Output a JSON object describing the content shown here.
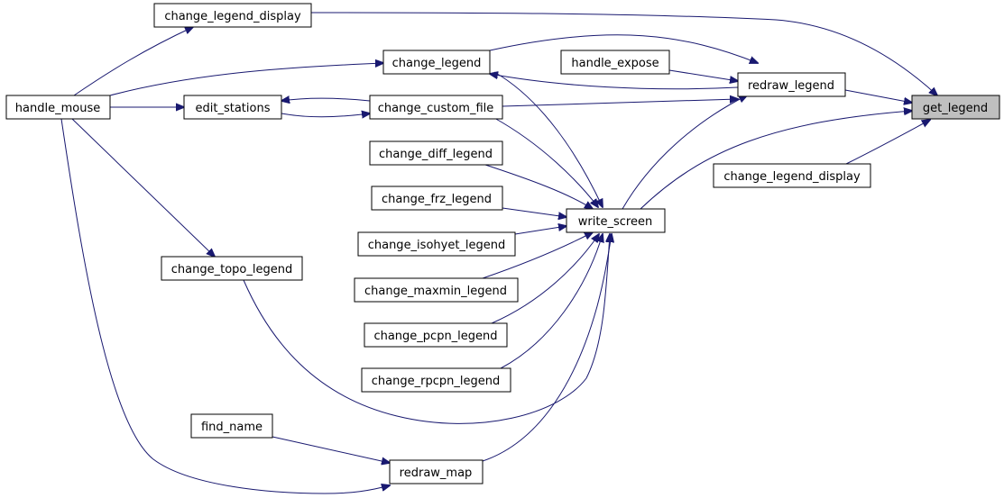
{
  "diagram": {
    "type": "call-graph",
    "colors": {
      "edge": "#191970",
      "node_border": "#000000",
      "node_fill": "#ffffff",
      "highlight_fill": "#bfbfbf"
    },
    "nodes": {
      "change_legend_display_top": "change_legend_display",
      "change_legend": "change_legend",
      "handle_expose": "handle_expose",
      "redraw_legend": "redraw_legend",
      "get_legend": "get_legend",
      "handle_mouse": "handle_mouse",
      "edit_stations": "edit_stations",
      "change_custom_file": "change_custom_file",
      "change_legend_display_right": "change_legend_display",
      "change_diff_legend": "change_diff_legend",
      "change_frz_legend": "change_frz_legend",
      "write_screen": "write_screen",
      "change_isohyet_legend": "change_isohyet_legend",
      "change_topo_legend": "change_topo_legend",
      "change_maxmin_legend": "change_maxmin_legend",
      "change_pcpn_legend": "change_pcpn_legend",
      "change_rpcpn_legend": "change_rpcpn_legend",
      "find_name": "find_name",
      "redraw_map": "redraw_map"
    },
    "highlighted": "get_legend",
    "edges": [
      {
        "from": "handle_mouse",
        "to": "change_legend_display_top"
      },
      {
        "from": "change_legend_display_top",
        "to": "get_legend"
      },
      {
        "from": "handle_mouse",
        "to": "change_legend"
      },
      {
        "from": "change_legend",
        "to": "redraw_legend"
      },
      {
        "from": "redraw_legend",
        "to": "change_legend"
      },
      {
        "from": "handle_expose",
        "to": "redraw_legend"
      },
      {
        "from": "redraw_legend",
        "to": "get_legend"
      },
      {
        "from": "handle_mouse",
        "to": "edit_stations"
      },
      {
        "from": "edit_stations",
        "to": "change_custom_file"
      },
      {
        "from": "change_custom_file",
        "to": "edit_stations"
      },
      {
        "from": "change_custom_file",
        "to": "redraw_legend"
      },
      {
        "from": "change_legend_display_right",
        "to": "get_legend"
      },
      {
        "from": "write_screen",
        "to": "redraw_legend"
      },
      {
        "from": "write_screen",
        "to": "get_legend"
      },
      {
        "from": "change_legend",
        "to": "write_screen"
      },
      {
        "from": "change_custom_file",
        "to": "write_screen"
      },
      {
        "from": "change_diff_legend",
        "to": "write_screen"
      },
      {
        "from": "change_frz_legend",
        "to": "write_screen"
      },
      {
        "from": "change_isohyet_legend",
        "to": "write_screen"
      },
      {
        "from": "change_maxmin_legend",
        "to": "write_screen"
      },
      {
        "from": "change_pcpn_legend",
        "to": "write_screen"
      },
      {
        "from": "change_rpcpn_legend",
        "to": "write_screen"
      },
      {
        "from": "handle_mouse",
        "to": "change_topo_legend"
      },
      {
        "from": "change_topo_legend",
        "to": "write_screen"
      },
      {
        "from": "redraw_map",
        "to": "write_screen"
      },
      {
        "from": "find_name",
        "to": "redraw_map"
      },
      {
        "from": "handle_mouse",
        "to": "redraw_map"
      }
    ]
  }
}
